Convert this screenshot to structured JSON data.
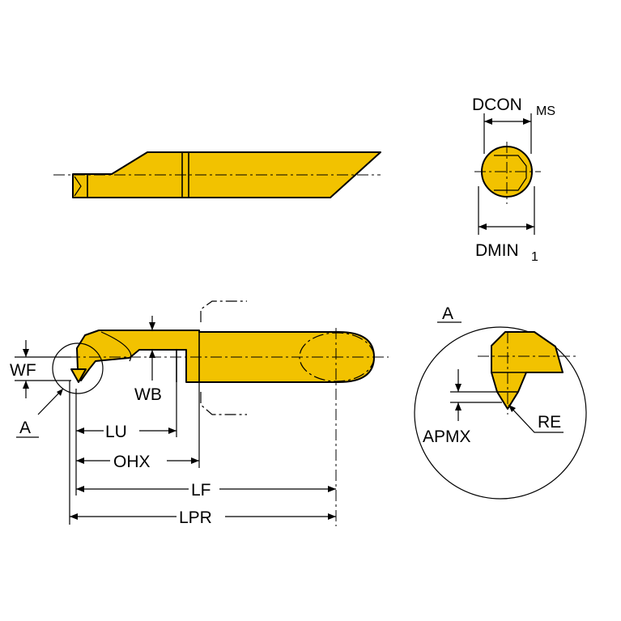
{
  "colors": {
    "part": "#f2c200",
    "line": "#000000",
    "background": "#ffffff"
  },
  "labels": {
    "dcon": "DCON",
    "dcon_sub": "MS",
    "dmin": "DMIN",
    "dmin_sub": "1",
    "wf": "WF",
    "wb": "WB",
    "lu": "LU",
    "ohx": "OHX",
    "lf": "LF",
    "lpr": "LPR",
    "detail_ref": "A",
    "detail_title": "A",
    "apmx": "APMX",
    "re": "RE"
  }
}
